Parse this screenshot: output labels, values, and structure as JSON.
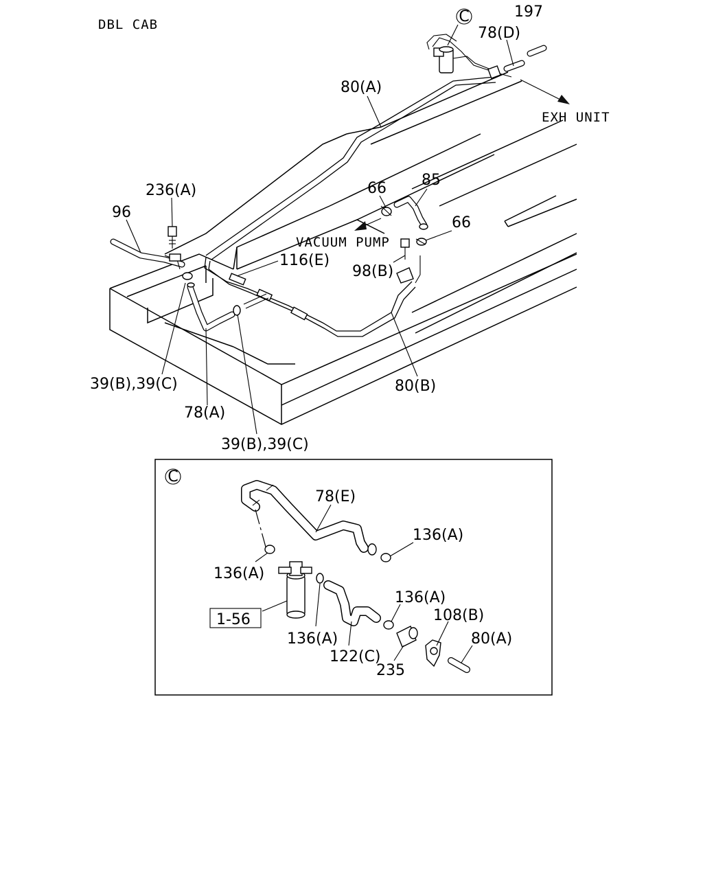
{
  "header": {
    "cab_type": "DBL CAB"
  },
  "main_callouts": {
    "detail_ref": "C",
    "p197": "197",
    "p78d": "78(D)",
    "exh_unit": "EXH UNIT",
    "p80a": "80(A)",
    "p236a": "236(A)",
    "p96": "96",
    "p66_left": "66",
    "p85": "85",
    "p66_right": "66",
    "vacuum_pump": "VACUUM PUMP",
    "p116e": "116(E)",
    "p98b": "98(B)",
    "p39bc_left": "39(B),39(C)",
    "p78a": "78(A)",
    "p80b": "80(B)",
    "p39bc_bottom": "39(B),39(C)"
  },
  "detail_c": {
    "ref": "C",
    "p78e": "78(E)",
    "p136a_right": "136(A)",
    "p136a_left": "136(A)",
    "p1_56": "1-56",
    "p136a_mid": "136(A)",
    "p136a_lower": "136(A)",
    "p108b": "108(B)",
    "p80a": "80(A)",
    "p122c": "122(C)",
    "p235": "235"
  }
}
